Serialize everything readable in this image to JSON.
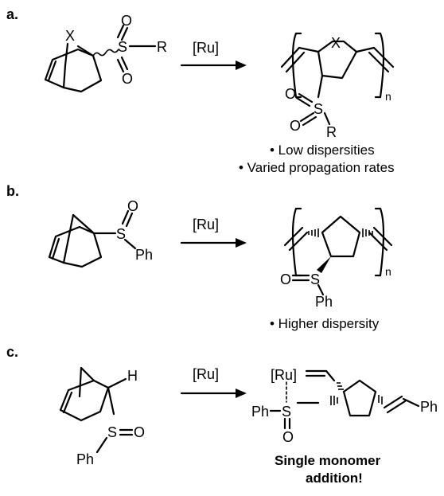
{
  "panels": [
    {
      "label": "a.",
      "reagent": "[Ru]",
      "monomer_atoms": {
        "bridge": "X",
        "sulfur": "S",
        "r": "R",
        "o1": "O",
        "o2": "O"
      },
      "polymer_atoms": {
        "bridge": "X",
        "sulfur": "S",
        "r": "R",
        "o1": "O",
        "o2": "O",
        "repeat": "n"
      },
      "notes": [
        "• Low dispersities",
        "• Varied propagation rates"
      ]
    },
    {
      "label": "b.",
      "reagent": "[Ru]",
      "monomer_atoms": {
        "sulfur": "S",
        "oxygen": "O",
        "phenyl": "Ph"
      },
      "polymer_atoms": {
        "sulfur": "S",
        "oxygen": "O",
        "phenyl": "Ph",
        "repeat": "n"
      },
      "notes": [
        "• Higher dispersity"
      ]
    },
    {
      "label": "c.",
      "reagent": "[Ru]",
      "monomer_atoms": {
        "hydrogen": "H",
        "sulfur": "S",
        "oxygen": "O",
        "phenyl": "Ph"
      },
      "product_atoms": {
        "ruthenium": "[Ru]",
        "phenyl_left": "Ph",
        "sulfur": "S",
        "oxygen": "O",
        "phenyl_right": "Ph"
      },
      "notes": [
        "Single monomer",
        "addition!"
      ]
    }
  ]
}
